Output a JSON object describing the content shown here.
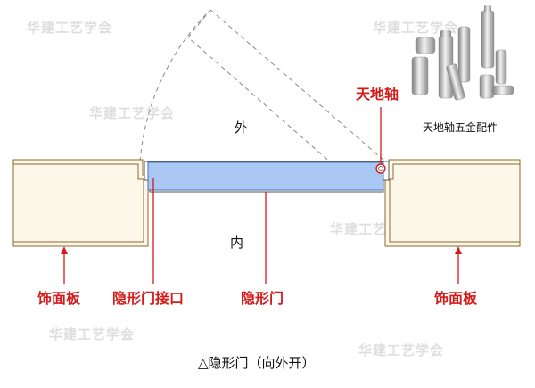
{
  "watermark": "华建工艺学会",
  "labels": {
    "outside": "外",
    "inside": "内",
    "pivot_hinge": "天地轴",
    "hinge_hardware": "天地轴五金配件",
    "panel_left": "饰面板",
    "panel_right": "饰面板",
    "door_joint": "隐形门接口",
    "hidden_door": "隐形门"
  },
  "caption": "△隐形门（向外开）",
  "colors": {
    "accent_red": "#d61a1a",
    "door_fill": "#a9c8f4",
    "panel_fill": "#ffffff",
    "panel_edge": "#8a6a2a"
  }
}
